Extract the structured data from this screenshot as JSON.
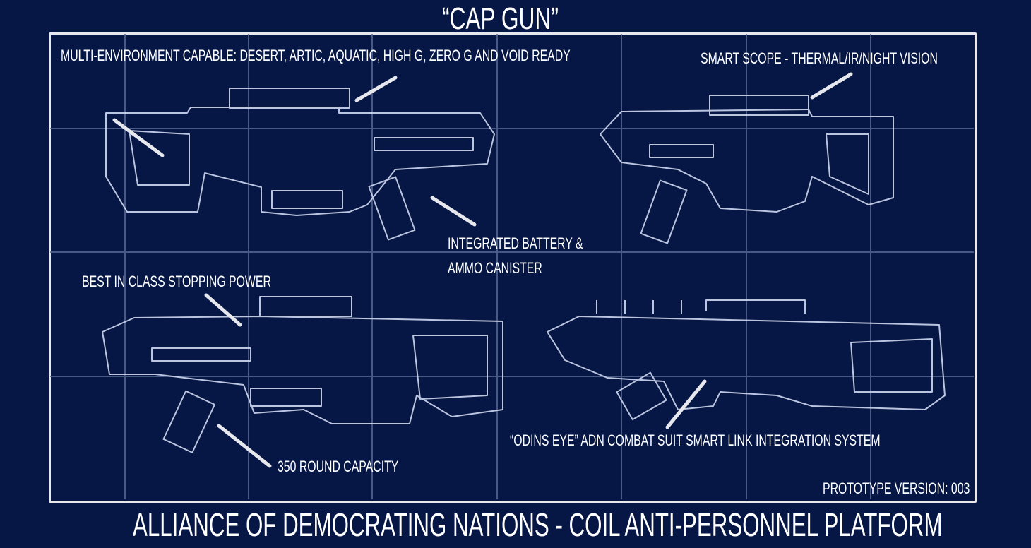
{
  "title": "“CAP GUN”",
  "footer": "ALLIANCE OF DEMOCRATING NATIONS  - COIL ANTI-PERSONNEL PLATFORM",
  "labels": {
    "environment": "MULTI-ENVIRONMENT CAPABLE: DESERT, ARTIC, AQUATIC, HIGH G, ZERO G AND VOID READY",
    "scope": "SMART SCOPE - THERMAL/IR/NIGHT VISION",
    "battery_line1": "INTEGRATED BATTERY &",
    "battery_line2": "AMMO CANISTER",
    "stopping_power": "BEST IN CLASS STOPPING POWER",
    "capacity": "350 ROUND CAPACITY",
    "odins_eye": "“ODINS EYE” ADN COMBAT SUIT SMART LINK INTEGRATION SYSTEM",
    "version": "PROTOTYPE VERSION: 003"
  },
  "colors": {
    "background": "#071745",
    "lines": "#e6e8ee",
    "grid": "#5a6a96"
  }
}
